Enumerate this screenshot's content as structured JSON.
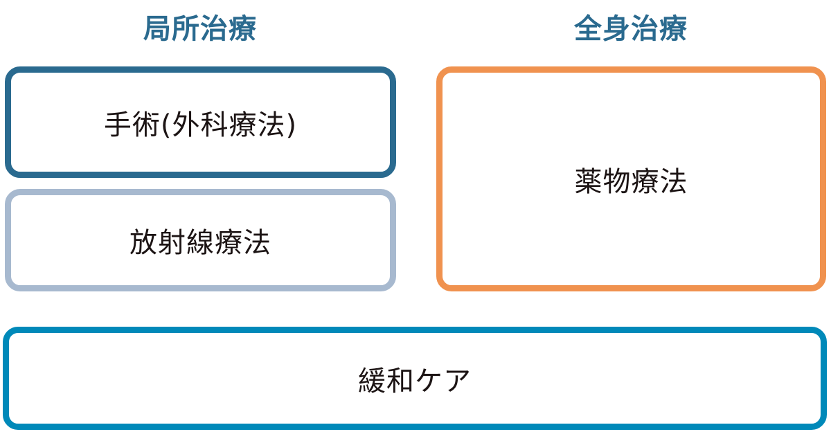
{
  "headings": {
    "local": "局所治療",
    "systemic": "全身治療"
  },
  "boxes": {
    "surgery": {
      "label": "手術(外科療法)",
      "border_color": "#2a6a8f"
    },
    "radiation": {
      "label": "放射線療法",
      "border_color": "#a7b9cf"
    },
    "drug": {
      "label": "薬物療法",
      "border_color": "#f0924f"
    },
    "palliative": {
      "label": "緩和ケア",
      "border_color": "#0089b9"
    }
  },
  "colors": {
    "heading": "#2a6a8f",
    "text": "#1c1414",
    "background": "#ffffff"
  }
}
